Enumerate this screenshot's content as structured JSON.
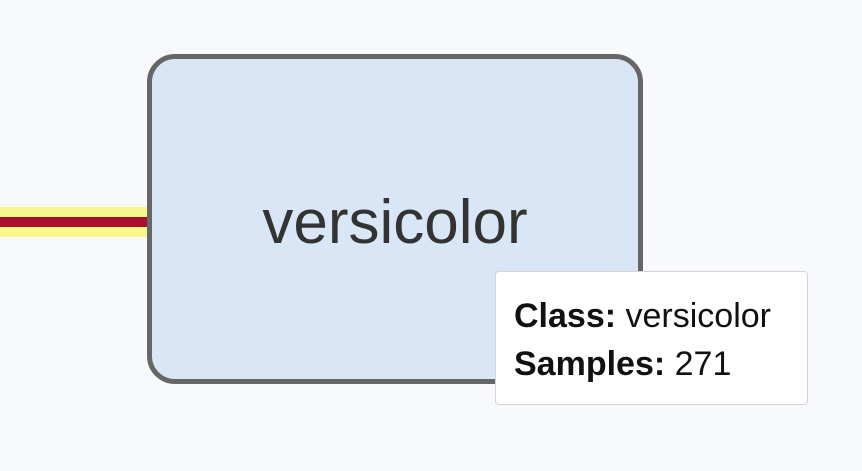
{
  "colors": {
    "background": "#f7f9fc",
    "node_fill": "#d9e6f6",
    "node_border": "#666666",
    "edge_outer": "#f7f78a",
    "edge_inner": "#a8102e"
  },
  "node": {
    "label": "versicolor"
  },
  "tooltip": {
    "class_key": "Class:",
    "class_value": "versicolor",
    "samples_key": "Samples:",
    "samples_value": "271"
  }
}
